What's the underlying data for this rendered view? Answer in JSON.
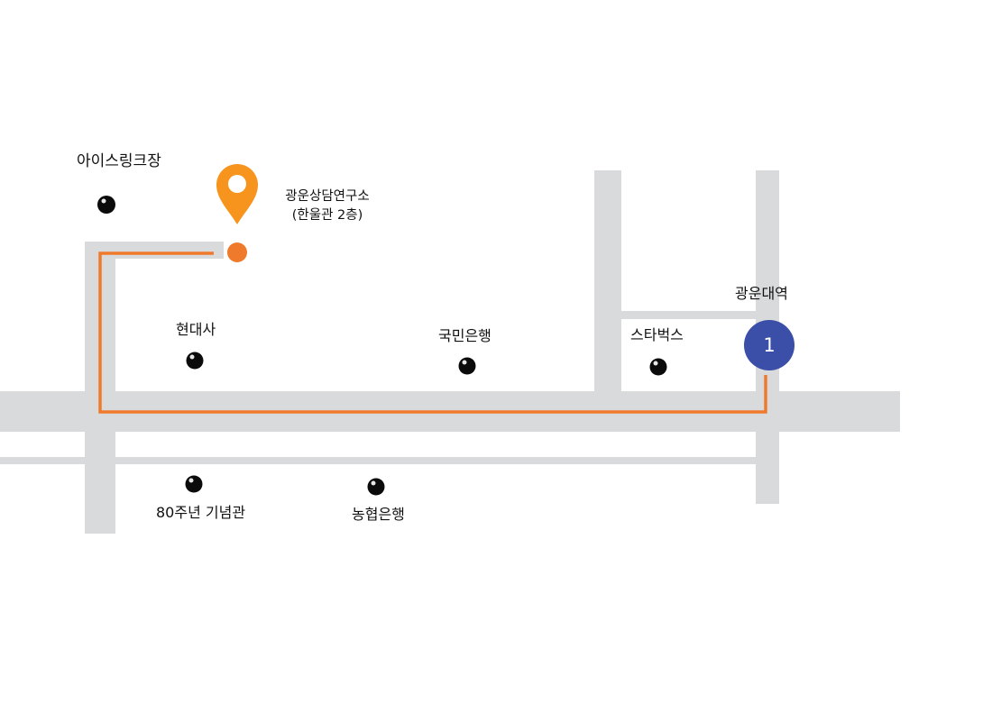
{
  "colors": {
    "road": "#d9dadc",
    "route": "#f07a2c",
    "pin": "#f7941d",
    "destination_dot": "#f07a2c",
    "station_badge": "#3b4ea8",
    "poi": "#0b0b0b"
  },
  "destination": {
    "name": "광운상담연구소",
    "detail": "(한울관 2층)",
    "marker_icon": "location-pin-icon"
  },
  "station": {
    "name": "광운대역",
    "line": "1"
  },
  "landmarks": [
    {
      "name": "아이스링크장"
    },
    {
      "name": "현대사"
    },
    {
      "name": "국민은행"
    },
    {
      "name": "스타벅스"
    },
    {
      "name": "80주년 기념관"
    },
    {
      "name": "농협은행"
    }
  ]
}
